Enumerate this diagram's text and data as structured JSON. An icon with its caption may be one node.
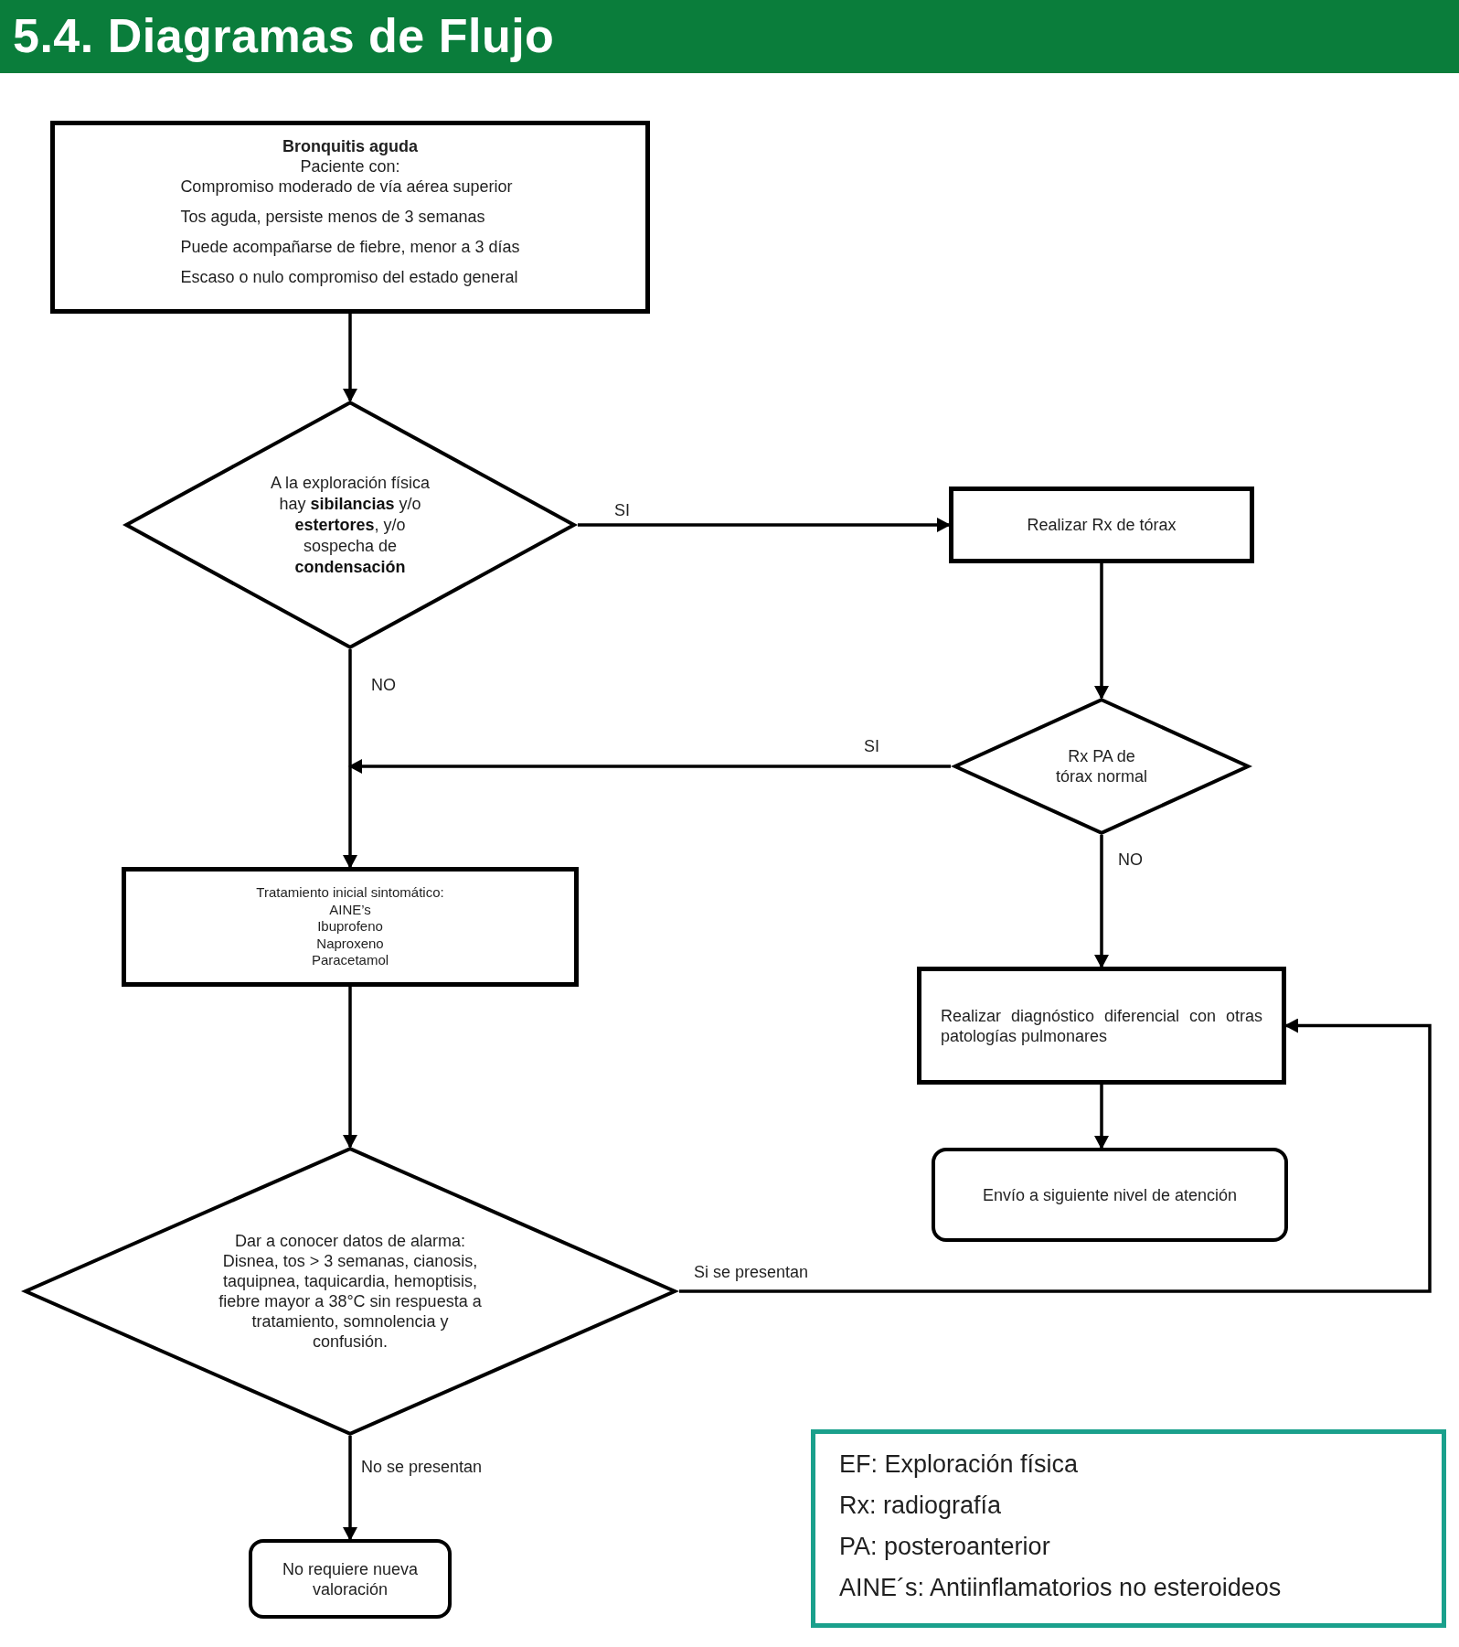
{
  "diagram": {
    "title": "5.4. Diagramas de Flujo",
    "nodes": [
      {
        "text": [
          "Bronquitis aguda",
          "Paciente con:",
          "Compromiso moderado de vía aérea superior",
          "Tos aguda, persiste menos de 3 semanas",
          "Puede acompañarse de fiebre, menor a 3 días",
          "Escaso o nulo compromiso del estado general"
        ]
      },
      {
        "text": [
          "A la exploración física hay **sibilancias** y/o **estertores**, y/o sospecha de **condensación**"
        ]
      },
      {
        "text": [
          "Realizar Rx de tórax"
        ]
      },
      {
        "text": [
          "Rx PA de tórax normal"
        ]
      },
      {
        "text": [
          "Tratamiento inicial sintomático:",
          "AINE’s",
          "Ibuprofeno",
          "Naproxeno",
          "Paracetamol"
        ]
      },
      {
        "text": [
          "Realizar diagnóstico diferencial con otras patologías pulmonares"
        ]
      },
      {
        "text": [
          "Envío a siguiente nivel de atención"
        ]
      },
      {
        "text": [
          "Dar a conocer datos de alarma:",
          "Disnea, tos > 3 semanas, cianosis, taquipnea, taquicardia, hemoptisis, fiebre mayor a 38°C sin respuesta a tratamiento, somnolencia y confusión."
        ]
      },
      {
        "text": [
          "No requiere nueva valoración"
        ]
      },
      {
        "text": [
          "EF: Exploración física",
          "Rx: radiografía",
          "PA: posteroanterior",
          "AINE´s: Antiinflamatorios no esteroideos"
        ]
      }
    ],
    "edges": [
      {
        "from": 0,
        "to": 1,
        "arrow": "to"
      },
      {
        "from": 1,
        "to": 2,
        "arrow": "to",
        "label": "SI"
      },
      {
        "from": 2,
        "to": 3,
        "arrow": "to"
      },
      {
        "from": 1,
        "to": 4,
        "arrow": "to",
        "label": "NO"
      },
      {
        "from": 3,
        "to": 4,
        "arrow": "to",
        "label": "SI"
      },
      {
        "from": 3,
        "to": 5,
        "arrow": "to",
        "label": "NO"
      },
      {
        "from": 5,
        "to": 6,
        "arrow": "to"
      },
      {
        "from": 4,
        "to": 7,
        "arrow": "to"
      },
      {
        "from": 7,
        "to": 5,
        "arrow": "to",
        "label": "Si se presentan"
      },
      {
        "from": 7,
        "to": 8,
        "arrow": "to",
        "label": "No se presentan"
      }
    ]
  }
}
